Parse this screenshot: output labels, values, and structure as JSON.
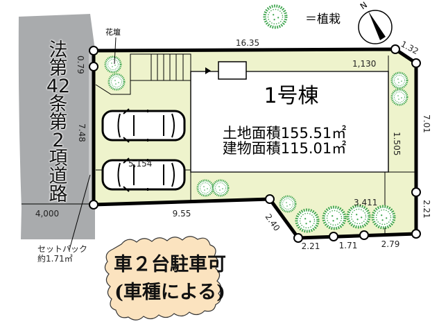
{
  "road": {
    "label": "法第42条第2項道路",
    "width_label": "4,000"
  },
  "setback": {
    "line1": "セットバック",
    "line2": "約1.71㎡"
  },
  "flower_bed_label": "花壇",
  "legend": {
    "label": "＝植栽",
    "icon": "planting-circle-icon"
  },
  "compass": {
    "label": "N"
  },
  "building": {
    "name": "1号棟",
    "land_area": "土地面積155.51㎡",
    "building_area": "建物面積115.01㎡"
  },
  "dimensions": {
    "top": "16.35",
    "left_top": "0.79",
    "left": "7.48",
    "bottom_left": "9.55",
    "diag": "2.40",
    "bottom_a": "2.21",
    "bottom_b": "1.71",
    "bottom_c": "2.79",
    "right_lower": "2.21",
    "right": "7.01",
    "corner": "1.32",
    "setback_top": "1,130",
    "setback_right": "1.505",
    "setback_south": "3,411",
    "parking": "5,154"
  },
  "parking_note": {
    "line1": "車２台駐車可",
    "line2": "(車種による)"
  },
  "colors": {
    "lot_fill": "#eef3cc",
    "road": "#a9abad",
    "planting": "#3aa34a",
    "cloud": "#fbe3bf",
    "boundary": "#000000"
  }
}
